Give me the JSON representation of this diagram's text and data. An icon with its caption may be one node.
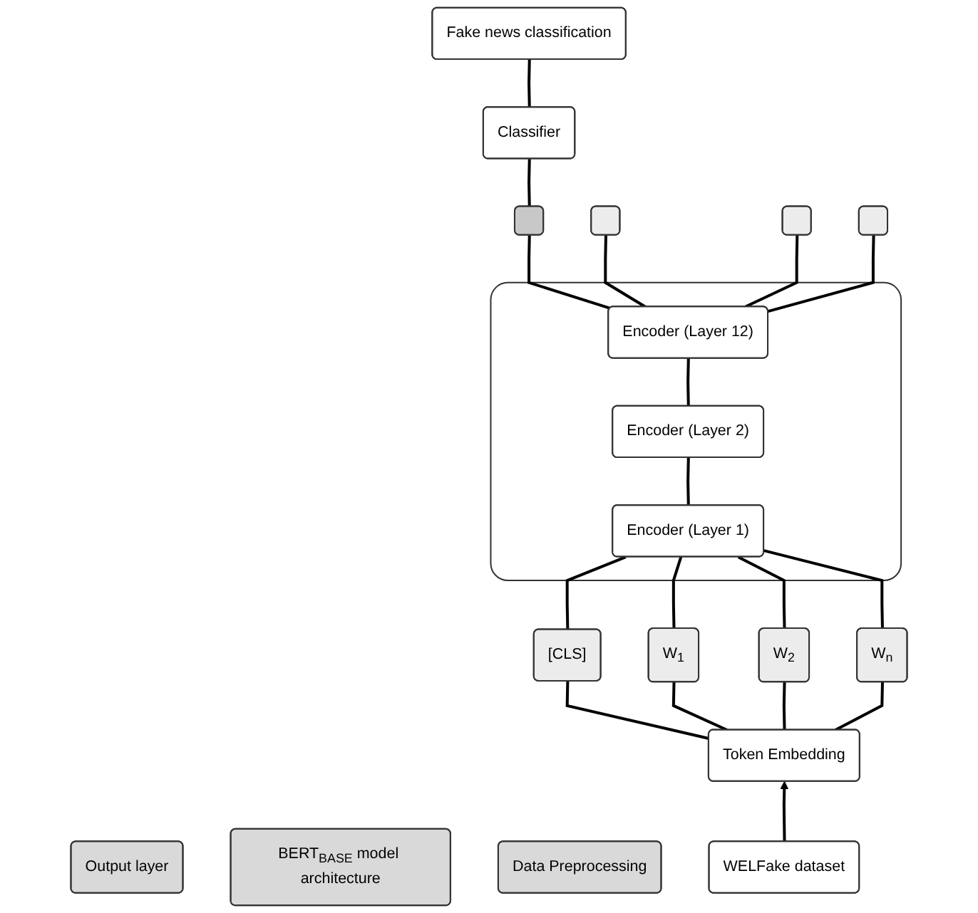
{
  "diagram": {
    "nodes": [
      {
        "text": [
          "Fake news classification"
        ]
      },
      {
        "text": [
          "Output layer"
        ]
      },
      {
        "text": [
          "Classifier"
        ]
      },
      {
        "text": [],
        "shape": "box"
      },
      {
        "text": [],
        "shape": "box"
      },
      {
        "text": [],
        "shape": "box"
      },
      {
        "text": [],
        "shape": "box"
      },
      {
        "text": [
          "BERT$_{BASE}$ model architecture"
        ]
      },
      {
        "text": [],
        "shape": "box"
      },
      {
        "text": [
          "Encoder (Layer 12)"
        ],
        "in": 8
      },
      {
        "text": [
          "Encoder (Layer 2)"
        ],
        "in": 8
      },
      {
        "text": [
          "Encoder (Layer 1)"
        ],
        "in": 8
      },
      {
        "text": [
          "[CLS]"
        ]
      },
      {
        "text": [
          "W$_{1}$"
        ]
      },
      {
        "text": [
          "W$_{2}$"
        ]
      },
      {
        "text": [
          "W$_{n}$"
        ]
      },
      {
        "text": [
          "Data Preprocessing"
        ]
      },
      {
        "text": [
          "Token Embedding"
        ]
      },
      {
        "text": [
          "WELFake dataset"
        ]
      }
    ],
    "edges": [
      {
        "from": 18,
        "to": 17,
        "arrow": "to"
      },
      {
        "from": 17,
        "to": 12,
        "arrow": "none"
      },
      {
        "from": 17,
        "to": 13,
        "arrow": "none"
      },
      {
        "from": 17,
        "to": 14,
        "arrow": "none"
      },
      {
        "from": 17,
        "to": 15,
        "arrow": "none"
      },
      {
        "from": 12,
        "to": 11,
        "arrow": "none"
      },
      {
        "from": 13,
        "to": 11,
        "arrow": "none"
      },
      {
        "from": 14,
        "to": 11,
        "arrow": "none"
      },
      {
        "from": 15,
        "to": 11,
        "arrow": "none"
      },
      {
        "from": 11,
        "to": 10,
        "arrow": "none"
      },
      {
        "from": 10,
        "to": 9,
        "arrow": "none"
      },
      {
        "from": 9,
        "to": 3,
        "arrow": "none"
      },
      {
        "from": 9,
        "to": 4,
        "arrow": "none"
      },
      {
        "from": 9,
        "to": 5,
        "arrow": "none"
      },
      {
        "from": 9,
        "to": 6,
        "arrow": "none"
      },
      {
        "from": 3,
        "to": 2,
        "arrow": "none"
      },
      {
        "from": 2,
        "to": 0,
        "arrow": "none"
      }
    ]
  }
}
